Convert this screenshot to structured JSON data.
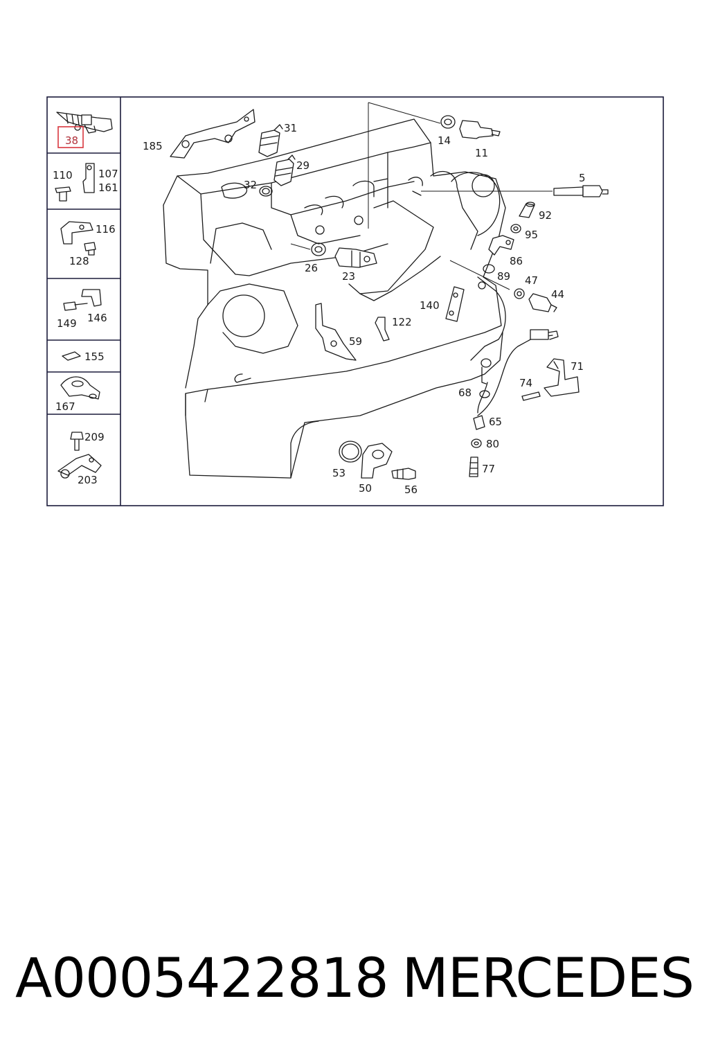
{
  "diagram": {
    "highlighted_part": "38",
    "callouts": {
      "c38": "38",
      "c110": "110",
      "c107": "107",
      "c161": "161",
      "c116": "116",
      "c128": "128",
      "c149": "149",
      "c146": "146",
      "c155": "155",
      "c167": "167",
      "c209": "209",
      "c203": "203",
      "c185": "185",
      "c31": "31",
      "c29": "29",
      "c32": "32",
      "c14": "14",
      "c11": "11",
      "c5": "5",
      "c92": "92",
      "c95": "95",
      "c86": "86",
      "c89": "89",
      "c47": "47",
      "c44": "44",
      "c26": "26",
      "c23": "23",
      "c140": "140",
      "c122": "122",
      "c59": "59",
      "c71": "71",
      "c74": "74",
      "c68": "68",
      "c65": "65",
      "c80": "80",
      "c77": "77",
      "c53": "53",
      "c50": "50",
      "c56": "56"
    }
  },
  "footer": {
    "part_number": "A0005422818",
    "brand": "MERCEDES"
  },
  "colors": {
    "highlight": "#d9363e",
    "line": "#1a1a1a",
    "frame": "#1a1a3a"
  }
}
